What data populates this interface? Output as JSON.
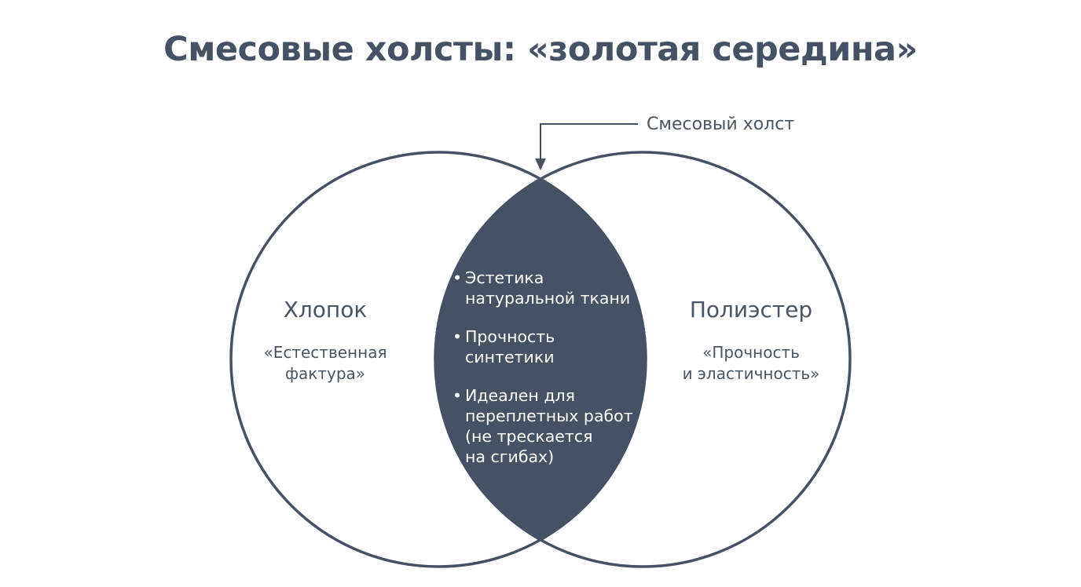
{
  "title": "Смесовые холсты: «золотая середина»",
  "callout_label": "Смесовый холст",
  "left_set": {
    "name": "Хлопок",
    "description_line1": "«Естественная",
    "description_line2": "фактура»"
  },
  "right_set": {
    "name": "Полиэстер",
    "description_line1": "«Прочность",
    "description_line2": "и эластичность»"
  },
  "intersection": {
    "items": [
      {
        "lines": [
          "Эстетика",
          "натуральной ткани"
        ]
      },
      {
        "lines": [
          "Прочность",
          "синтетики"
        ]
      },
      {
        "lines": [
          "Идеален для",
          "переплетных работ",
          "(не трескается",
          "на сгибах)"
        ]
      }
    ],
    "bullet_symbol": "•"
  },
  "colors": {
    "outline": "#465263",
    "intersection_fill": "#465263",
    "text": "#4a5563",
    "intersection_text": "#ffffff"
  }
}
